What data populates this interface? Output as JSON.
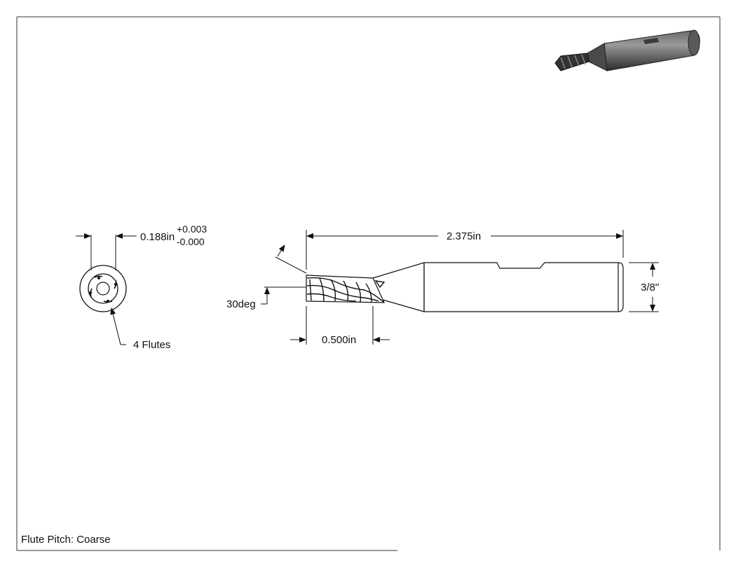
{
  "drawing": {
    "dimensions": {
      "tool_diameter": "0.188in",
      "tolerance_upper": "+0.003",
      "tolerance_lower": "-0.000",
      "overall_length": "2.375in",
      "shank_diameter": "3/8\"",
      "length_of_cut": "0.500in",
      "helix_angle": "30deg"
    },
    "callouts": {
      "flutes": "4 Flutes"
    },
    "notes": {
      "flute_pitch": "Flute Pitch: Coarse"
    }
  }
}
